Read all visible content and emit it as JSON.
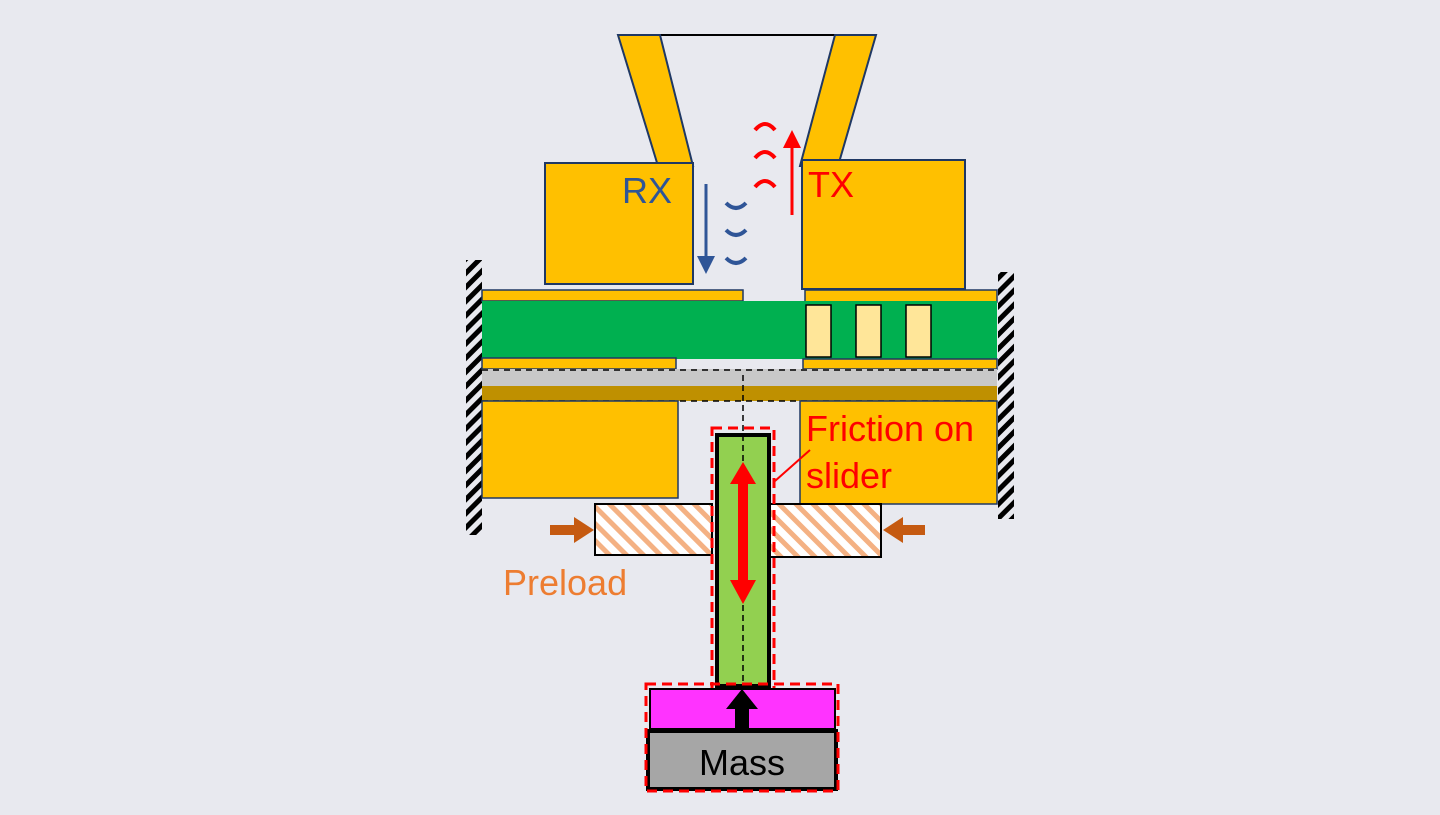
{
  "labels": {
    "rx": "RX",
    "tx": "TX",
    "friction_line1": "Friction on",
    "friction_line2": "slider",
    "preload": "Preload",
    "mass": "Mass"
  },
  "colors": {
    "background": "#e8e9ef",
    "yellow": "#ffc000",
    "green": "#00b050",
    "slider_green": "#92d050",
    "pink": "#ff33ff",
    "mass_gray": "#a6a6a6",
    "gray_layer": "#c8c8c8",
    "dark_gold": "#bf9000",
    "light_yellow": "#ffe699",
    "hatch_orange": "#f4b183",
    "preload_arrow": "#c55a11",
    "preload_text": "#ed7d31",
    "rx_blue": "#2f5597",
    "tx_red": "#ff0000",
    "outline": "#1f3864"
  },
  "icons": {
    "rx_wave": "rx-wave-arc-icon",
    "tx_wave": "tx-wave-arc-icon",
    "preload_arrow": "preload-arrow-icon",
    "force_arrow": "upward-force-arrow-icon"
  }
}
